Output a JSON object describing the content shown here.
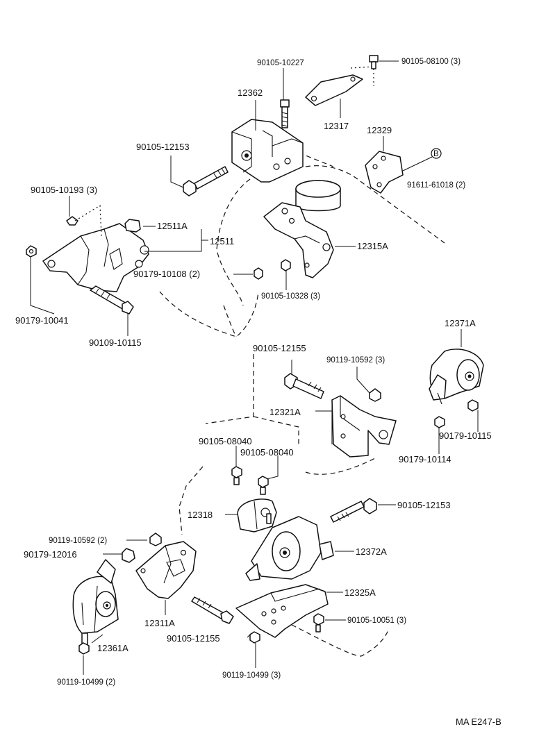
{
  "callouts": {
    "c01": "90105-10227",
    "c02": "90105-08100 (3)",
    "c03": "12362",
    "c04": "12317",
    "c05": "12329",
    "c06": "90105-12153",
    "c07": "B",
    "c08": "91611-61018 (2)",
    "c09": "90105-10193 (3)",
    "c10": "12511A",
    "c11": "12511",
    "c12": "12315A",
    "c13": "90179-10108 (2)",
    "c14": "90105-10328 (3)",
    "c15": "90179-10041",
    "c16": "90109-10115",
    "c17": "90105-12155",
    "c18": "90119-10592 (3)",
    "c19": "12371A",
    "c20": "12321A",
    "c21": "90179-10115",
    "c22": "90105-08040",
    "c23": "90105-08040",
    "c24": "90179-10114",
    "c25": "12318",
    "c26": "90105-12153",
    "c27": "90119-10592 (2)",
    "c28": "90179-12016",
    "c29": "12372A",
    "c30": "12325A",
    "c31": "12311A",
    "c32": "90105-10051 (3)",
    "c33": "12361A",
    "c34": "90105-12155",
    "c35": "90119-10499 (3)",
    "c36": "90119-10499 (2)"
  },
  "footer": {
    "code": "MA  E247-B"
  }
}
